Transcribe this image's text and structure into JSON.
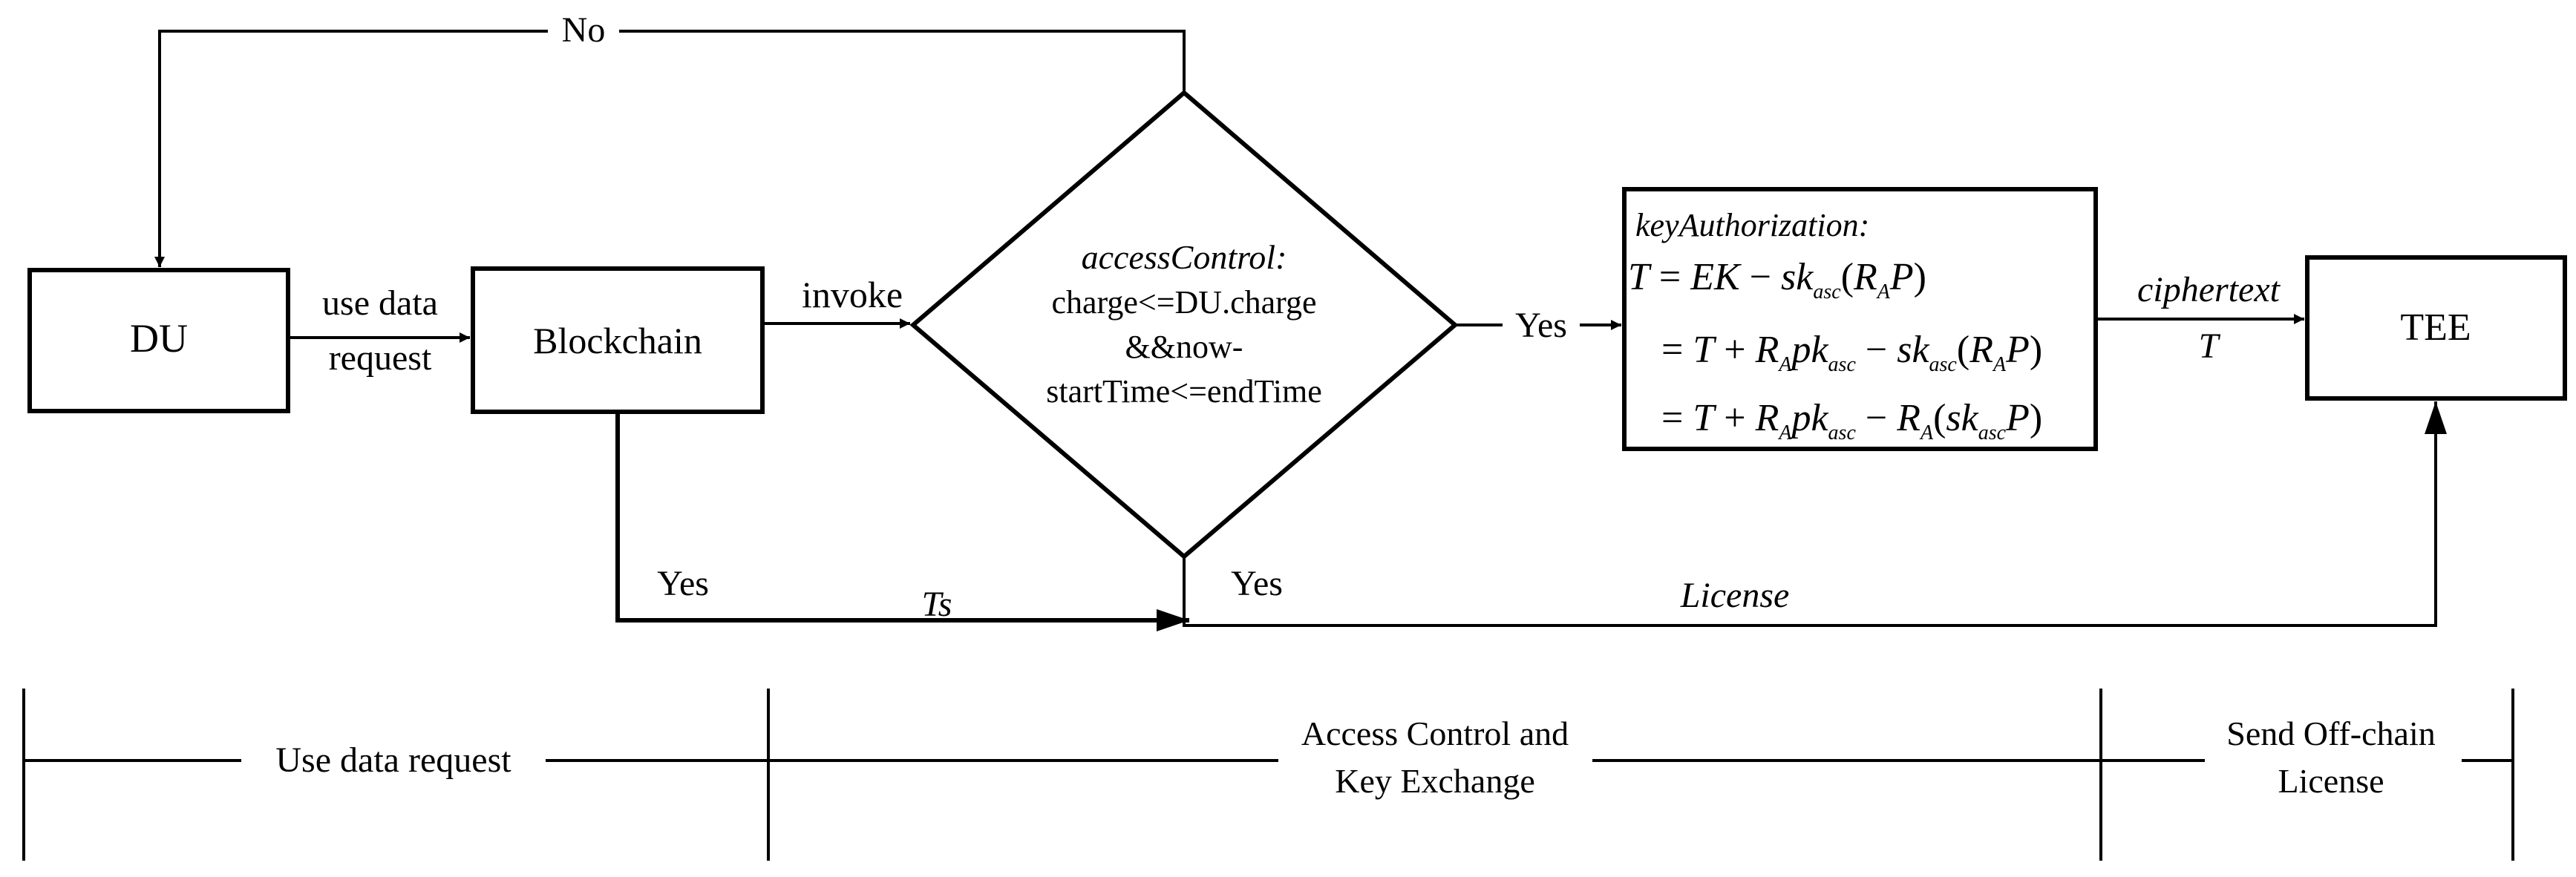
{
  "nodes": {
    "du": "DU",
    "blockchain": "Blockchain",
    "tee": "TEE",
    "access_control": {
      "title": "accessControl:",
      "line1": "charge<=DU.charge",
      "line2": "&&now-",
      "line3": "startTime<=endTime"
    },
    "key_authorization": {
      "title": "keyAuthorization:",
      "eq1": {
        "lhs": "T",
        "rhs_a": "EK",
        "sk": "sk",
        "sub": "asc",
        "ra": "R",
        "ra_sub": "A",
        "p": "P"
      },
      "eq2": {
        "t": "T",
        "ra": "R",
        "ra_sub": "A",
        "pk": "pk",
        "sub": "asc",
        "sk": "sk",
        "p": "P"
      },
      "eq3": {
        "t": "T",
        "ra": "R",
        "ra_sub": "A",
        "pk": "pk",
        "sub": "asc",
        "sk": "sk",
        "p": "P"
      }
    }
  },
  "edges": {
    "no": "No",
    "use_data_line1": "use data",
    "use_data_line2": "request",
    "invoke": "invoke",
    "yes_key": "Yes",
    "ciphertext": "ciphertext",
    "t": "T",
    "yes_blockchain": "Yes",
    "ts": "Ts",
    "yes_diamond": "Yes",
    "license": "License"
  },
  "phases": {
    "use_data_request": "Use data request",
    "access_line1": "Access Control and",
    "access_line2": "Key Exchange",
    "send_line1": "Send Off-chain",
    "send_line2": "License"
  }
}
